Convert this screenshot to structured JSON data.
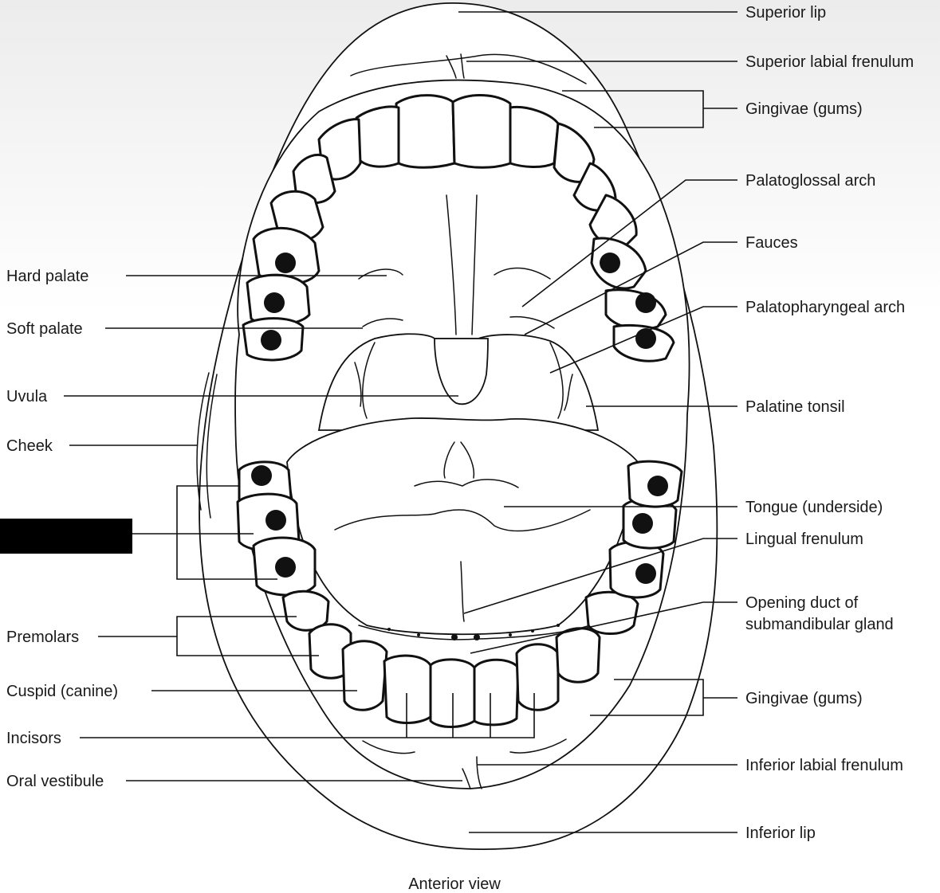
{
  "labels": {
    "superior_lip": "Superior lip",
    "superior_labial_frenulum": "Superior labial frenulum",
    "gingivae_upper": "Gingivae (gums)",
    "palatoglossal_arch": "Palatoglossal arch",
    "fauces": "Fauces",
    "palatopharyngeal_arch": "Palatopharyngeal arch",
    "palatine_tonsil": "Palatine tonsil",
    "tongue_underside": "Tongue (underside)",
    "lingual_frenulum": "Lingual frenulum",
    "opening_duct_line1": "Opening duct of",
    "opening_duct_line2": "submandibular gland",
    "gingivae_lower": "Gingivae (gums)",
    "inferior_labial_frenulum": "Inferior labial frenulum",
    "inferior_lip": "Inferior lip",
    "hard_palate": "Hard palate",
    "soft_palate": "Soft palate",
    "uvula": "Uvula",
    "cheek": "Cheek",
    "premolars": "Premolars",
    "cuspid": "Cuspid (canine)",
    "incisors": "Incisors",
    "oral_vestibule": "Oral vestibule"
  },
  "caption": "Anterior view",
  "colors": {
    "redaction": "#000000",
    "line": "#111111",
    "fill": "#ffffff"
  }
}
